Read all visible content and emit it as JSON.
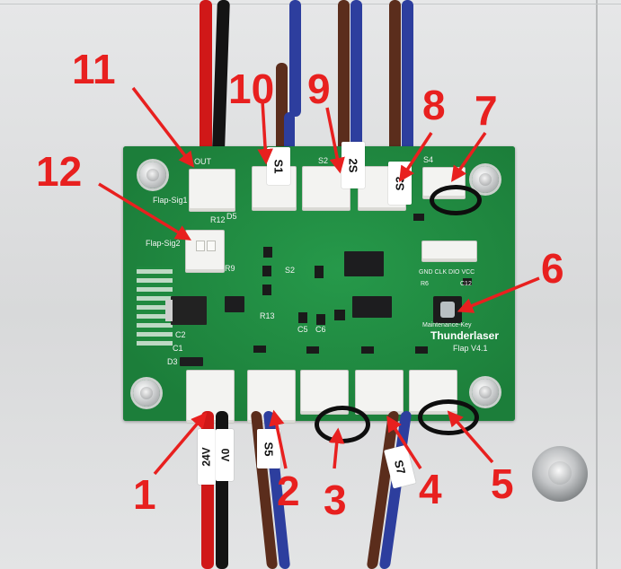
{
  "photo": {
    "callouts": [
      "1",
      "2",
      "3",
      "4",
      "5",
      "6",
      "7",
      "8",
      "9",
      "10",
      "11",
      "12"
    ],
    "board": {
      "brand": "Thunderlaser",
      "model": "Flap V4.1",
      "connector_labels": {
        "flap_sig1": "Flap-Sig1",
        "flap_sig2": "Flap-Sig2",
        "s2": "S2",
        "s4": "S4",
        "out": "OUT",
        "maintenance_key": "Maintenance-Key"
      },
      "component_labels": {
        "r12": "R12",
        "d5": "D5",
        "r9": "R9",
        "r13": "R13",
        "s2_ic": "S2",
        "c1": "C1",
        "c2": "C2",
        "d3": "D3",
        "c5": "C5",
        "c6": "C6",
        "r6": "R6",
        "c12": "C12",
        "isp": "GND CLK DIO VCC"
      }
    },
    "wire_labels": {
      "s1": "S1",
      "s2": "2S",
      "s3": "S3",
      "v24": "24V",
      "v0": "0V",
      "s5": "S5",
      "s7": "S7"
    },
    "colors": {
      "pcb": "#1f8a3f",
      "callout": "#e8201f",
      "wire_red": "#d01818",
      "wire_black": "#141414",
      "wire_blue": "#2d3e9e",
      "wire_brown": "#5b2d1c"
    }
  }
}
